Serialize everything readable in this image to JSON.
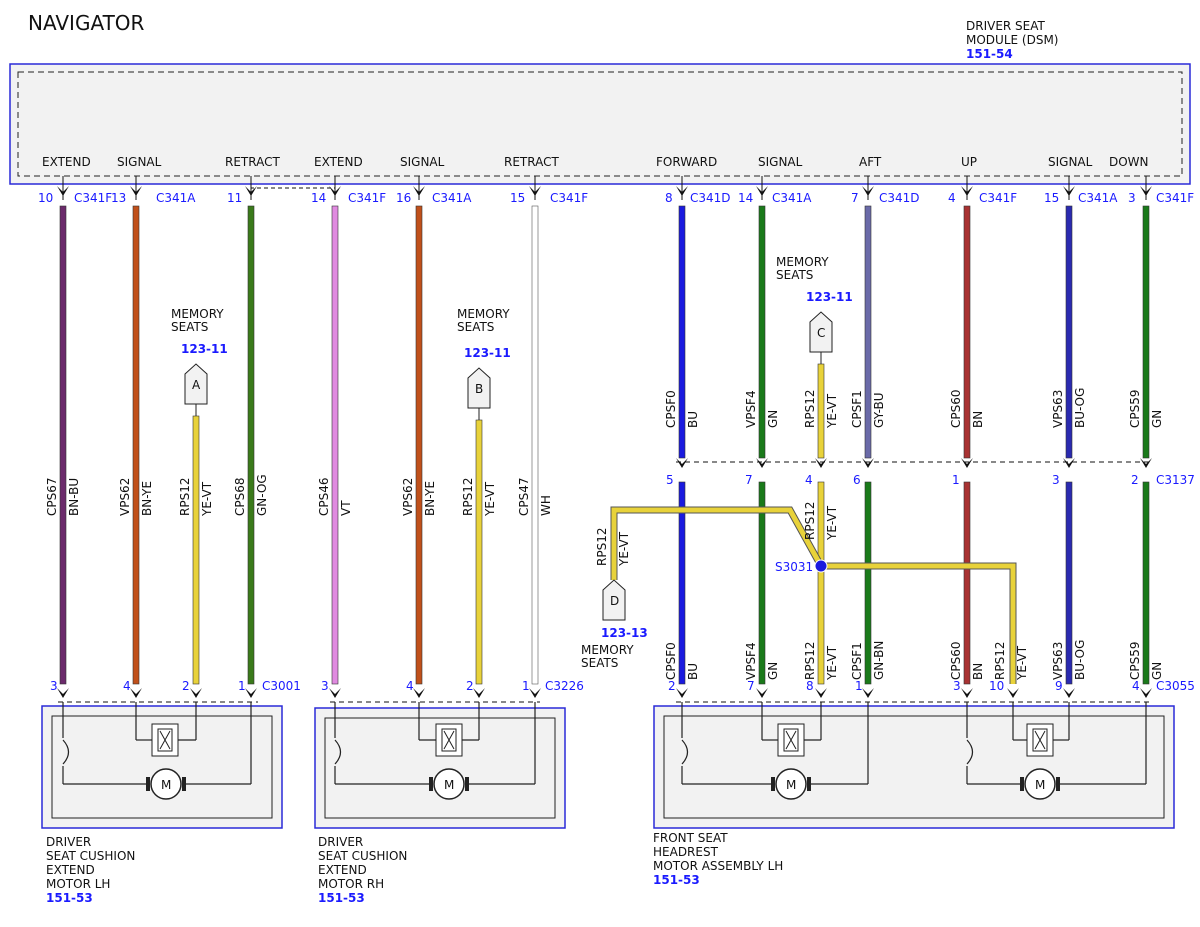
{
  "title": "NAVIGATOR",
  "module": {
    "name_lines": [
      "DRIVER SEAT",
      "MODULE (DSM)"
    ],
    "ref": "151-54"
  },
  "pin_labels": [
    "EXTEND",
    "SIGNAL",
    "RETRACT",
    "EXTEND",
    "SIGNAL",
    "RETRACT",
    "FORWARD",
    "SIGNAL",
    "AFT",
    "UP",
    "SIGNAL",
    "DOWN"
  ],
  "dsm_pins": [
    {
      "pin": "10",
      "conn": "C341F"
    },
    {
      "pin": "13",
      "conn": "C341A"
    },
    {
      "pin": "11",
      "conn": ""
    },
    {
      "pin": "14",
      "conn": "C341F"
    },
    {
      "pin": "16",
      "conn": "C341A"
    },
    {
      "pin": "15",
      "conn": "C341F"
    },
    {
      "pin": "8",
      "conn": "C341D"
    },
    {
      "pin": "14",
      "conn": "C341A"
    },
    {
      "pin": "7",
      "conn": "C341D"
    },
    {
      "pin": "4",
      "conn": "C341F"
    },
    {
      "pin": "15",
      "conn": "C341A"
    },
    {
      "pin": "3",
      "conn": "C341F"
    }
  ],
  "wires_left": [
    {
      "circuit": "CPS67",
      "color_code": "BN-BU",
      "color": "#6b2a6b",
      "pin": "3"
    },
    {
      "circuit": "VPS62",
      "color_code": "BN-YE",
      "color": "#c0501a",
      "pin": "4"
    },
    {
      "circuit": "RPS12",
      "color_code": "YE-VT",
      "color": "#e8d23a",
      "pin": "2"
    },
    {
      "circuit": "CPS68",
      "color_code": "GN-OG",
      "color": "#3a7a1a",
      "pin": "1"
    }
  ],
  "wires_mid": [
    {
      "circuit": "CPS46",
      "color_code": "VT",
      "color": "#e08ae0",
      "pin": "3"
    },
    {
      "circuit": "VPS62",
      "color_code": "BN-YE",
      "color": "#c0501a",
      "pin": "4"
    },
    {
      "circuit": "RPS12",
      "color_code": "YE-VT",
      "color": "#e8d23a",
      "pin": "2"
    },
    {
      "circuit": "CPS47",
      "color_code": "WH",
      "color": "#d8d8d8",
      "pin": "1"
    }
  ],
  "wires_right_upper": [
    {
      "circuit": "CPSF0",
      "color_code": "BU",
      "color": "#1a1adf"
    },
    {
      "circuit": "VPSF4",
      "color_code": "GN",
      "color": "#1a7a1a"
    },
    {
      "circuit": "RPS12",
      "color_code": "YE-VT",
      "color": "#e8d23a"
    },
    {
      "circuit": "CPSF1",
      "color_code": "GY-BU",
      "color": "#6a6aa8"
    },
    {
      "circuit": "CPS60",
      "color_code": "BN",
      "color": "#a83232"
    },
    {
      "circuit": "VPS63",
      "color_code": "BU-OG",
      "color": "#2a2ab0"
    },
    {
      "circuit": "CPS59",
      "color_code": "GN",
      "color": "#1a7a1a"
    }
  ],
  "wires_right_lower": [
    {
      "circuit": "CPSF0",
      "color_code": "BU"
    },
    {
      "circuit": "VPSF4",
      "color_code": "GN"
    },
    {
      "circuit": "RPS12",
      "color_code": "YE-VT"
    },
    {
      "circuit": "CPSF1",
      "color_code": "GN-BN"
    },
    {
      "circuit": "CPS60",
      "color_code": "BN"
    },
    {
      "circuit": "RPS12",
      "color_code": "YE-VT"
    },
    {
      "circuit": "VPS63",
      "color_code": "BU-OG"
    },
    {
      "circuit": "CPS59",
      "color_code": "GN"
    }
  ],
  "c3137": {
    "name": "C3137",
    "pins": [
      "5",
      "7",
      "4",
      "6",
      "1",
      "3",
      "2"
    ]
  },
  "c3055": {
    "name": "C3055",
    "pins": [
      "2",
      "7",
      "8",
      "1",
      "3",
      "10",
      "9",
      "4"
    ]
  },
  "c3001": {
    "name": "C3001",
    "pins": [
      "3",
      "4",
      "2",
      "1"
    ]
  },
  "c3226": {
    "name": "C3226",
    "pins": [
      "3",
      "4",
      "2",
      "1"
    ]
  },
  "splice": "S3031",
  "memory_refs": [
    {
      "letter": "A",
      "lines": [
        "MEMORY",
        "SEATS"
      ],
      "ref": "123-11"
    },
    {
      "letter": "B",
      "lines": [
        "MEMORY",
        "SEATS"
      ],
      "ref": "123-11"
    },
    {
      "letter": "C",
      "lines": [
        "MEMORY",
        "SEATS"
      ],
      "ref": "123-11"
    },
    {
      "letter": "D",
      "lines": [
        "MEMORY",
        "SEATS"
      ],
      "ref": "123-13"
    }
  ],
  "d_wire": {
    "circuit": "RPS12",
    "color_code": "YE-VT"
  },
  "components": [
    {
      "lines": [
        "DRIVER",
        "SEAT CUSHION",
        "EXTEND",
        "MOTOR LH"
      ],
      "ref": "151-53"
    },
    {
      "lines": [
        "DRIVER",
        "SEAT CUSHION",
        "EXTEND",
        "MOTOR RH"
      ],
      "ref": "151-53"
    },
    {
      "lines": [
        "FRONT SEAT",
        "HEADREST",
        "MOTOR ASSEMBLY LH"
      ],
      "ref": "151-53"
    }
  ],
  "motor_symbol": "M",
  "colors": {
    "accent": "#1a1aff",
    "box_fill": "#f2f2f2",
    "border": "#2a2ad8"
  }
}
